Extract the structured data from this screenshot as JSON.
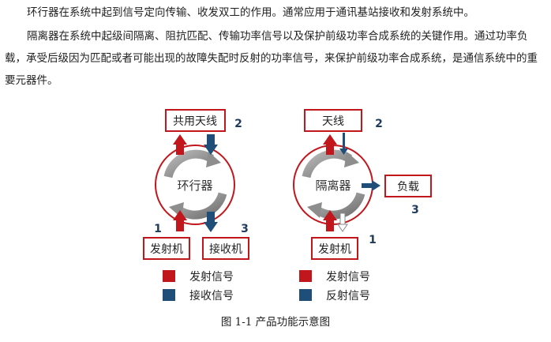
{
  "paragraphs": [
    "环行器在系统中起到信号定向传输、收发双工的作用。通常应用于通讯基站接收和发射系统中。",
    "隔离器在系统中起级间隔离、阻抗匹配、传输功率信号以及保护前级功率合成系统的关键作用。通过功率负载，承受后级因为匹配或者可能出现的故障失配时反射的功率信号，来保护前级功率合成系统，是通信系统中的重要元器件。"
  ],
  "circulator": {
    "center_label": "环行器",
    "antenna_label": "共用天线",
    "tx_label": "发射机",
    "rx_label": "接收机",
    "port_antenna": "2",
    "port_tx": "1",
    "port_rx": "3",
    "legend": [
      {
        "label": "发射信号",
        "color": "#c0161c"
      },
      {
        "label": "接收信号",
        "color": "#1f4e79"
      }
    ]
  },
  "isolator": {
    "center_label": "隔离器",
    "antenna_label": "天线",
    "load_label": "负载",
    "tx_label": "发射机",
    "port_antenna": "2",
    "port_load": "3",
    "port_tx": "1",
    "legend": [
      {
        "label": "发射信号",
        "color": "#c0161c"
      },
      {
        "label": "反射信号",
        "color": "#1f4e79"
      }
    ]
  },
  "caption": "图 1-1  产品功能示意图",
  "colors": {
    "red": "#c0161c",
    "blue": "#1f4e79",
    "ring_gray": "#8e8e8e",
    "box_border": "#c0161c"
  }
}
